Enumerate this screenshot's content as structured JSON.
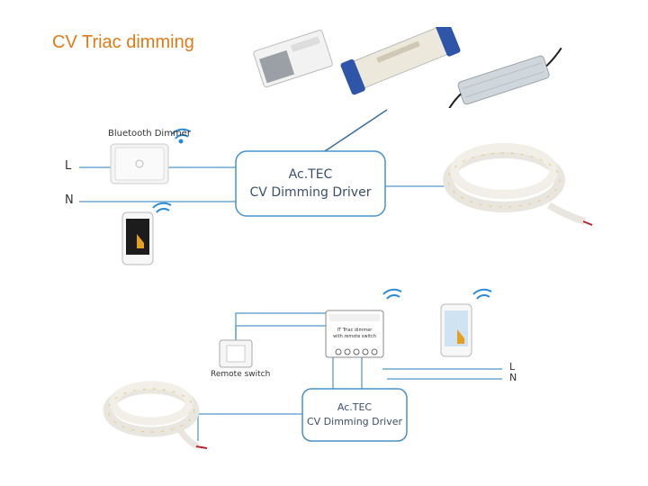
{
  "title": "CV Triac dimming",
  "diagram_top": {
    "bluetooth_dimmer_label": "Bluetooth Dimmer",
    "line_L": "L",
    "line_N": "N",
    "driver_line1": "Ac.TEC",
    "driver_line2": "CV Dimming Driver"
  },
  "diagram_bottom": {
    "remote_switch_label": "Remote switch",
    "dimmer_label_line1": "IT Triac dimmer",
    "dimmer_label_line2": "with remote switch",
    "line_L": "L",
    "line_N": "N",
    "driver_line1": "Ac.TEC",
    "driver_line2": "CV Dimming Driver"
  },
  "colors": {
    "title": "#e07b17",
    "wire": "#6fa8d6",
    "driver_border": "#4a90c8",
    "arrow": "#3a6ea5"
  }
}
